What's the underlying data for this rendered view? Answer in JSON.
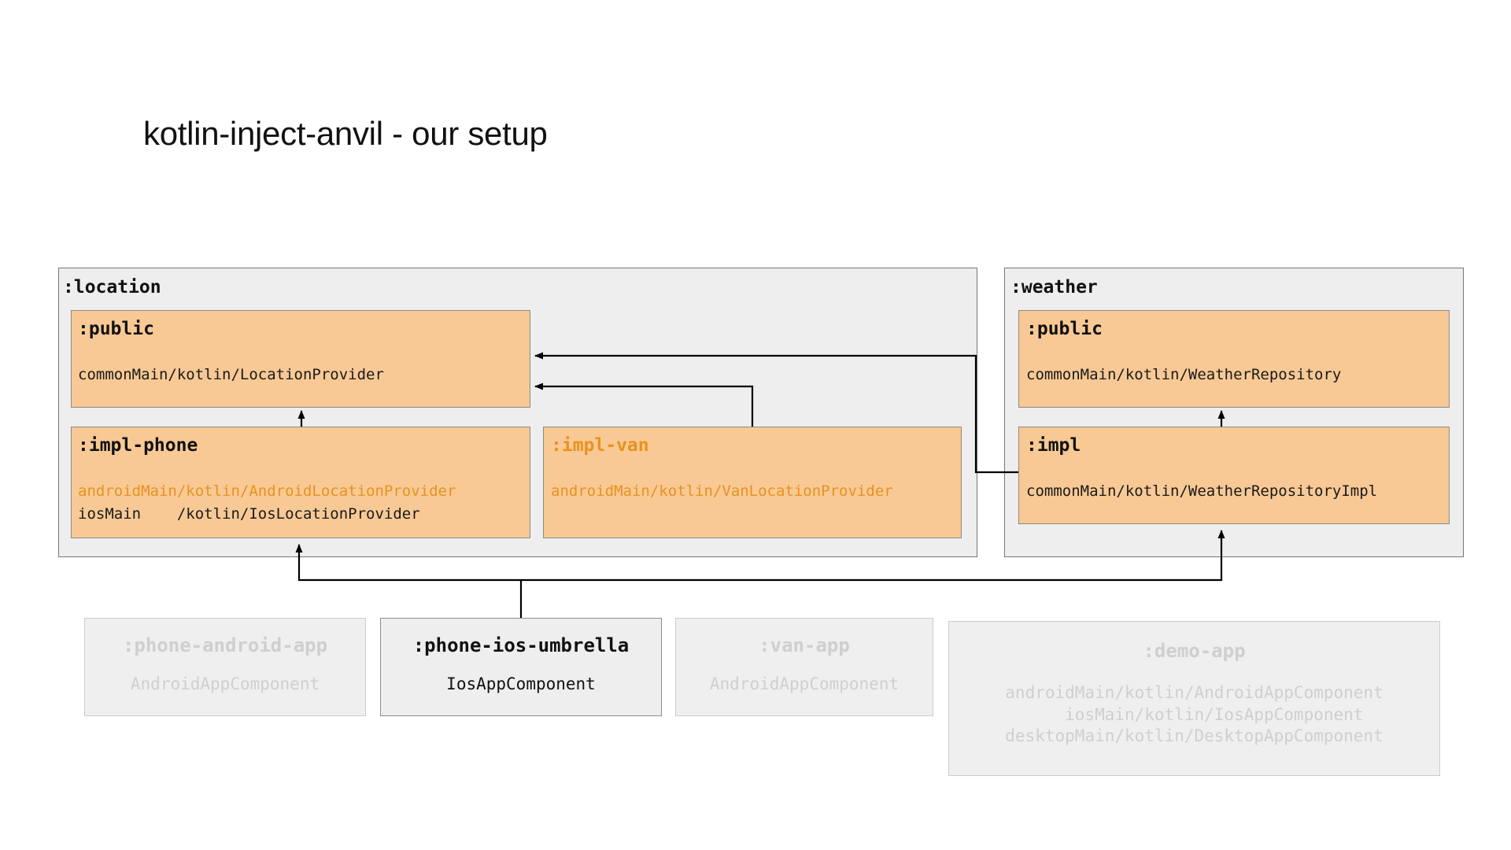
{
  "title": "kotlin-inject-anvil - our setup",
  "modules": [
    {
      "name": ":location",
      "boxes": [
        {
          "name": ":public",
          "lines": [
            {
              "text": "commonMain/kotlin/LocationProvider",
              "color": "black"
            }
          ]
        },
        {
          "name": ":impl-phone",
          "title_color": "black",
          "lines": [
            {
              "text": "androidMain/kotlin/AndroidLocationProvider",
              "color": "orange"
            },
            {
              "text": "iosMain    /kotlin/IosLocationProvider",
              "color": "black"
            }
          ]
        },
        {
          "name": ":impl-van",
          "title_color": "orange",
          "lines": [
            {
              "text": "androidMain/kotlin/VanLocationProvider",
              "color": "orange"
            }
          ]
        }
      ]
    },
    {
      "name": ":weather",
      "boxes": [
        {
          "name": ":public",
          "lines": [
            {
              "text": "commonMain/kotlin/WeatherRepository",
              "color": "black"
            }
          ]
        },
        {
          "name": ":impl",
          "lines": [
            {
              "text": "commonMain/kotlin/WeatherRepositoryImpl",
              "color": "black"
            }
          ]
        }
      ]
    }
  ],
  "apps": [
    {
      "name": ":phone-android-app",
      "component_lines": "AndroidAppComponent",
      "state": "faded"
    },
    {
      "name": ":phone-ios-umbrella",
      "component_lines": "IosAppComponent",
      "state": "active"
    },
    {
      "name": ":van-app",
      "component_lines": "AndroidAppComponent",
      "state": "faded"
    },
    {
      "name": ":demo-app",
      "component_lines": "androidMain/kotlin/AndroidAppComponent\n    iosMain/kotlin/IosAppComponent\ndesktopMain/kotlin/DesktopAppComponent",
      "state": "faded"
    }
  ],
  "colors": {
    "module_bg": "#eeeeee",
    "box_bg": "#f8c995",
    "accent_orange": "#E8921E",
    "faded_text": "#cfcfcf",
    "border": "#777777",
    "arrow": "#000000"
  },
  "arrows": [
    {
      "from": ":impl-phone",
      "to": ":location/:public"
    },
    {
      "from": ":impl-van",
      "to": ":location/:public"
    },
    {
      "from": ":weather/:impl",
      "to": ":weather/:public"
    },
    {
      "from": ":weather/:impl",
      "to": ":location/:public"
    },
    {
      "from": ":phone-ios-umbrella",
      "to": ":impl-phone"
    },
    {
      "from": ":phone-ios-umbrella",
      "to": ":weather/:impl"
    }
  ]
}
